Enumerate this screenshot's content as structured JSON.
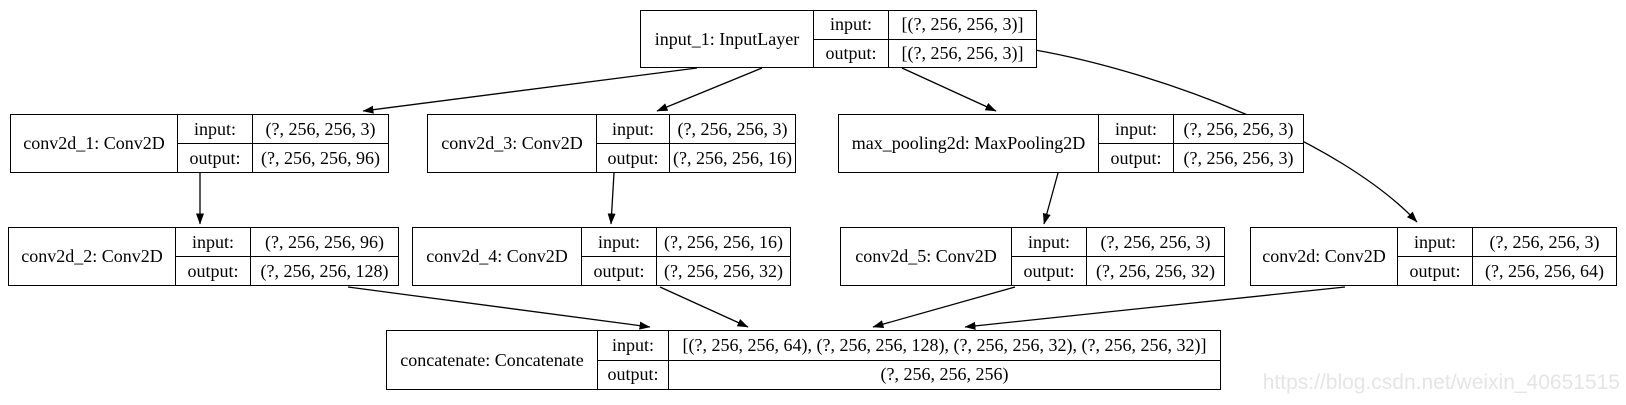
{
  "diagram": {
    "title": "Keras model plot: inception-style block",
    "labels": {
      "input": "input:",
      "output": "output:"
    },
    "nodes": [
      {
        "id": "input_1",
        "title": "input_1: InputLayer",
        "input": "[(?, 256, 256, 3)]",
        "output": "[(?, 256, 256, 3)]"
      },
      {
        "id": "conv2d_1",
        "title": "conv2d_1: Conv2D",
        "input": "(?, 256, 256, 3)",
        "output": "(?, 256, 256, 96)"
      },
      {
        "id": "conv2d_3",
        "title": "conv2d_3: Conv2D",
        "input": "(?, 256, 256, 3)",
        "output": "(?, 256, 256, 16)"
      },
      {
        "id": "max_pooling2d",
        "title": "max_pooling2d: MaxPooling2D",
        "input": "(?, 256, 256, 3)",
        "output": "(?, 256, 256, 3)"
      },
      {
        "id": "conv2d_2",
        "title": "conv2d_2: Conv2D",
        "input": "(?, 256, 256, 96)",
        "output": "(?, 256, 256, 128)"
      },
      {
        "id": "conv2d_4",
        "title": "conv2d_4: Conv2D",
        "input": "(?, 256, 256, 16)",
        "output": "(?, 256, 256, 32)"
      },
      {
        "id": "conv2d_5",
        "title": "conv2d_5: Conv2D",
        "input": "(?, 256, 256, 3)",
        "output": "(?, 256, 256, 32)"
      },
      {
        "id": "conv2d",
        "title": "conv2d: Conv2D",
        "input": "(?, 256, 256, 3)",
        "output": "(?, 256, 256, 64)"
      },
      {
        "id": "concatenate",
        "title": "concatenate: Concatenate",
        "input": "[(?, 256, 256, 64), (?, 256, 256, 128), (?, 256, 256, 32), (?, 256, 256, 32)]",
        "output": "(?, 256, 256, 256)"
      }
    ],
    "edges": [
      {
        "from": "input_1",
        "to": "conv2d_1"
      },
      {
        "from": "input_1",
        "to": "conv2d_3"
      },
      {
        "from": "input_1",
        "to": "max_pooling2d"
      },
      {
        "from": "input_1",
        "to": "conv2d"
      },
      {
        "from": "conv2d_1",
        "to": "conv2d_2"
      },
      {
        "from": "conv2d_3",
        "to": "conv2d_4"
      },
      {
        "from": "max_pooling2d",
        "to": "conv2d_5"
      },
      {
        "from": "conv2d_2",
        "to": "concatenate"
      },
      {
        "from": "conv2d_4",
        "to": "concatenate"
      },
      {
        "from": "conv2d_5",
        "to": "concatenate"
      },
      {
        "from": "conv2d",
        "to": "concatenate"
      }
    ],
    "watermark": "https://blog.csdn.net/weixin_40651515",
    "colors": {
      "node_border": "#000000",
      "edge": "#000000",
      "background": "#ffffff",
      "watermark": "#e5e5e5"
    }
  }
}
